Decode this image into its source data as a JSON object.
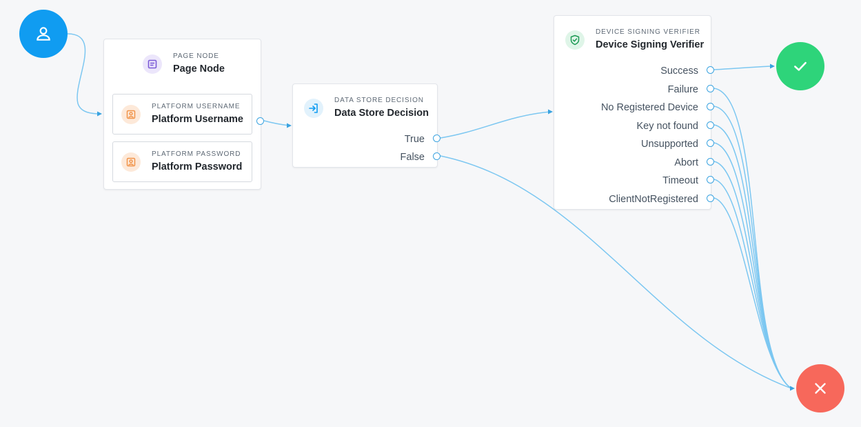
{
  "colors": {
    "start": "#109cf1",
    "success": "#2ed47a",
    "failure": "#f7685b",
    "connector": "#7cc7f1",
    "port": "#3aa3e0"
  },
  "start_node": {
    "icon": "user-icon"
  },
  "success_node": {
    "icon": "check-icon"
  },
  "failure_node": {
    "icon": "close-icon"
  },
  "page_node": {
    "type_label": "PAGE NODE",
    "title": "Page Node",
    "icon": "page-icon",
    "children": [
      {
        "type_label": "PLATFORM USERNAME",
        "title": "Platform Username",
        "icon": "user-card-icon"
      },
      {
        "type_label": "PLATFORM PASSWORD",
        "title": "Platform Password",
        "icon": "user-card-icon"
      }
    ]
  },
  "data_store_node": {
    "type_label": "DATA STORE DECISION",
    "title": "Data Store Decision",
    "icon": "sign-in-icon",
    "outcomes": [
      "True",
      "False"
    ]
  },
  "device_signing_node": {
    "type_label": "DEVICE SIGNING VERIFIER",
    "title": "Device Signing Verifier",
    "icon": "shield-check-icon",
    "outcomes": [
      "Success",
      "Failure",
      "No Registered Device",
      "Key not found",
      "Unsupported",
      "Abort",
      "Timeout",
      "ClientNotRegistered"
    ]
  }
}
